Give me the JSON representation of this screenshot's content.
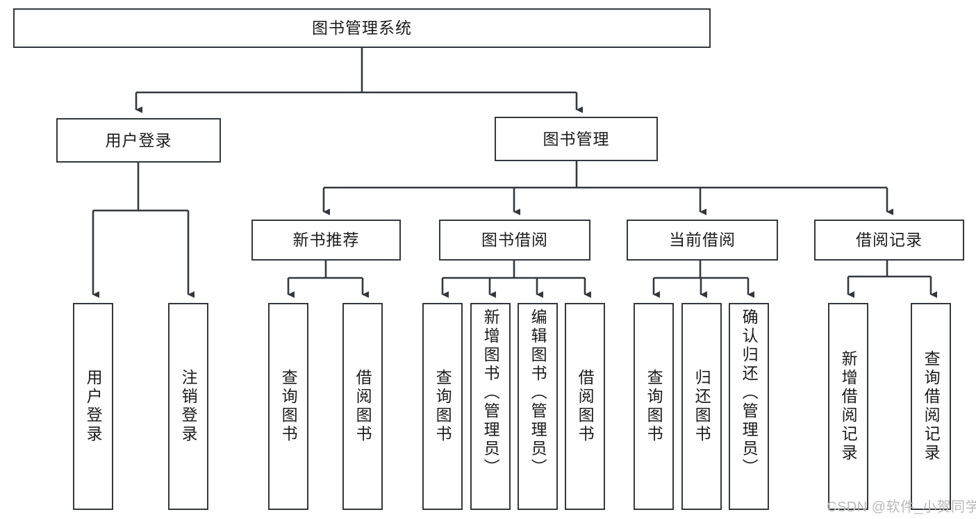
{
  "diagram": {
    "title": "图书管理系统",
    "type": "functional-structure-tree",
    "stroke_color": "#33383d",
    "fill_color": "#ffffff",
    "text_color": "#1b1b1b"
  },
  "root": {
    "label": "图书管理系统"
  },
  "level2": [
    {
      "id": "user-login",
      "label": "用户登录"
    },
    {
      "id": "book-management",
      "label": "图书管理"
    }
  ],
  "level3": [
    {
      "id": "new-book-recommend",
      "label": "新书推荐"
    },
    {
      "id": "book-borrow",
      "label": "图书借阅"
    },
    {
      "id": "current-borrow",
      "label": "当前借阅"
    },
    {
      "id": "borrow-record",
      "label": "借阅记录"
    }
  ],
  "leaves": {
    "user_login": [
      {
        "id": "leaf-user-login",
        "label": "用户登录"
      },
      {
        "id": "leaf-logout-login",
        "label": "注销登录"
      }
    ],
    "new_book_recommend": [
      {
        "id": "leaf-query-book-1",
        "label": "查询图书"
      },
      {
        "id": "leaf-borrow-book-1",
        "label": "借阅图书"
      }
    ],
    "book_borrow": [
      {
        "id": "leaf-query-book-2",
        "label": "查询图书"
      },
      {
        "id": "leaf-add-book",
        "label": "新增图书（管理员）"
      },
      {
        "id": "leaf-edit-book",
        "label": "编辑图书（管理员）"
      },
      {
        "id": "leaf-borrow-book-2",
        "label": "借阅图书"
      }
    ],
    "current_borrow": [
      {
        "id": "leaf-query-book-3",
        "label": "查询图书"
      },
      {
        "id": "leaf-return-book",
        "label": "归还图书"
      },
      {
        "id": "leaf-confirm-return",
        "label": "确认归还（管理员）"
      }
    ],
    "borrow_record": [
      {
        "id": "leaf-add-record",
        "label": "新增借阅记录"
      },
      {
        "id": "leaf-query-record",
        "label": "查询借阅记录"
      }
    ]
  },
  "watermark": {
    "text": "CSDN @软件_小贺同学"
  }
}
